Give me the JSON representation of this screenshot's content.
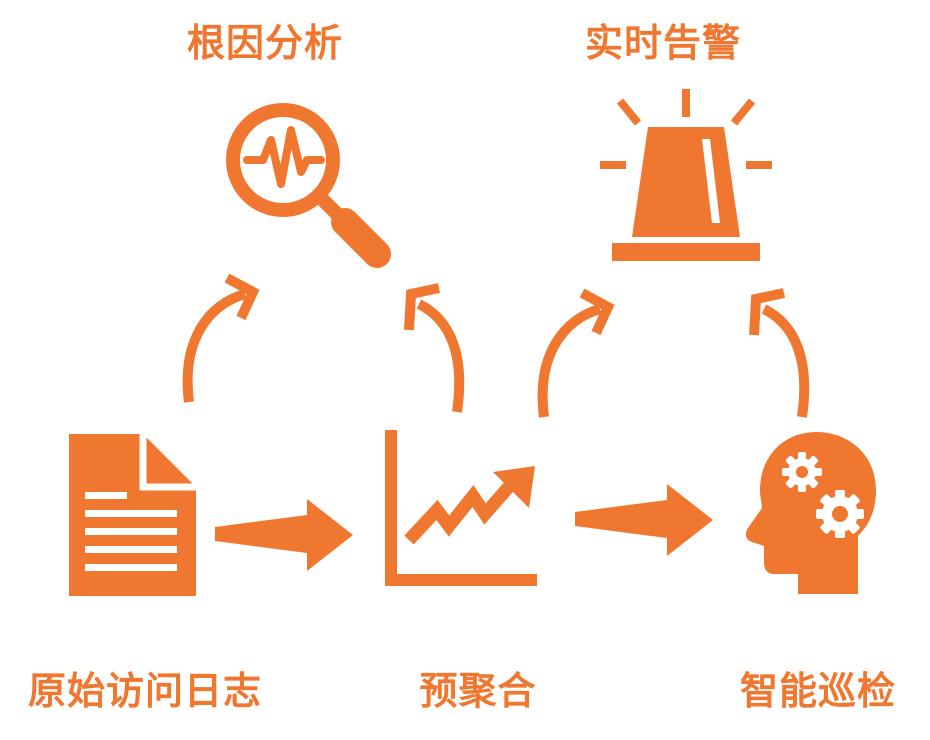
{
  "colors": {
    "accent": "#f0772f",
    "background": "#ffffff"
  },
  "nodes": {
    "root_cause": {
      "label": "根因分析",
      "icon": "magnifier-waveform-icon"
    },
    "realtime_alert": {
      "label": "实时告警",
      "icon": "siren-alarm-icon"
    },
    "raw_logs": {
      "label": "原始访问日志",
      "icon": "document-icon"
    },
    "pre_aggregation": {
      "label": "预聚合",
      "icon": "trend-chart-icon"
    },
    "smart_inspection": {
      "label": "智能巡检",
      "icon": "head-gears-icon"
    }
  },
  "edges": [
    {
      "from": "raw_logs",
      "to": "pre_aggregation"
    },
    {
      "from": "pre_aggregation",
      "to": "smart_inspection"
    },
    {
      "from": "raw_logs",
      "to": "root_cause"
    },
    {
      "from": "pre_aggregation",
      "to": "root_cause"
    },
    {
      "from": "pre_aggregation",
      "to": "realtime_alert"
    },
    {
      "from": "smart_inspection",
      "to": "realtime_alert"
    }
  ]
}
